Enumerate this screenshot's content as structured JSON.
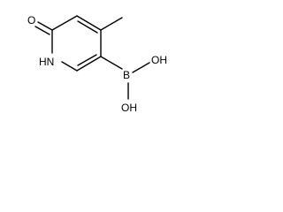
{
  "molecule": {
    "atoms": {
      "carbonyl_oxygen": "O",
      "ring_nitrogen": "HN",
      "boron": "B",
      "hydroxyl_top": "OH",
      "hydroxyl_bottom": "OH"
    },
    "colors": {
      "bond": "#000000",
      "label": "#000000",
      "background": "#ffffff"
    }
  }
}
